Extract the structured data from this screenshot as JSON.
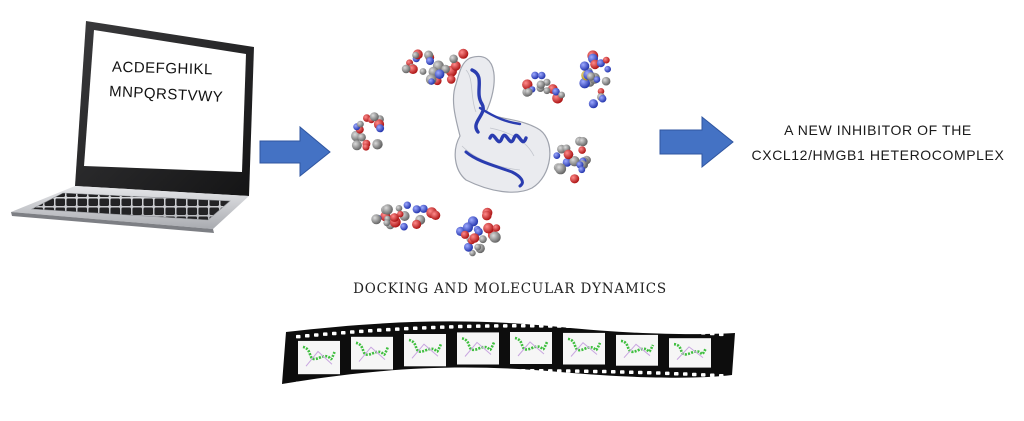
{
  "laptop": {
    "screen_line_1": "ACDEFGHIKL",
    "screen_line_2": "MNPQRSTVWY"
  },
  "result": {
    "line_1": "A NEW INHIBITOR OF THE",
    "line_2": "CXCL12/HMGB1  HETEROCOMPLEX"
  },
  "caption": "DOCKING AND MOLECULAR DYNAMICS",
  "colors": {
    "arrow": "#4472c4",
    "protein_ribbon": "#2a3cb0",
    "oxygen": "#d42020",
    "nitrogen": "#3a50d8",
    "carbon": "#888888",
    "md_frames": "#3fbf3f"
  }
}
